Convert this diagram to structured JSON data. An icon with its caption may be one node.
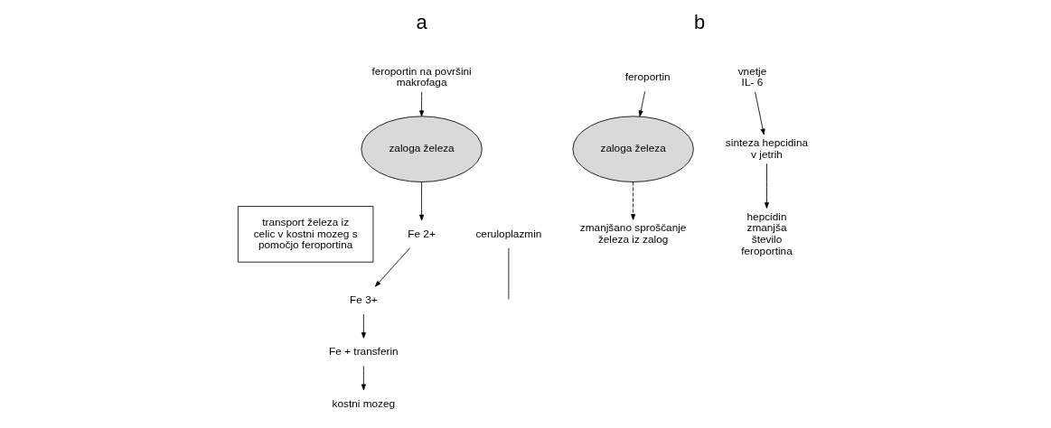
{
  "diagram": {
    "nodes": [
      {
        "text": [
          "feroportin na površini makrofaga"
        ]
      },
      {
        "text": [
          "zaloga železa"
        ]
      },
      {
        "text": [
          "Fe 2+"
        ]
      },
      {
        "text": [
          "transport železa iz celic v kostni mozeg s pomočjo feroportina"
        ]
      },
      {
        "text": [
          "ceruloplazmin"
        ]
      },
      {
        "text": [
          "Fe 3+"
        ]
      },
      {
        "text": [
          "Fe + transferin"
        ]
      },
      {
        "text": [
          "kostni mozeg"
        ]
      },
      {
        "text": [
          "feroportin"
        ]
      },
      {
        "text": [
          "zaloga železa"
        ]
      },
      {
        "text": [
          "vnetje IL- 6"
        ]
      },
      {
        "text": [
          "sinteza hepcidina v jetrih"
        ]
      },
      {
        "text": [
          "hepcidin zmanjša število feroportina"
        ]
      },
      {
        "text": [
          "zmanjšano sproščanje železa iz zalog"
        ]
      }
    ],
    "edges": [
      {
        "from": 0,
        "to": 1,
        "arrow": "to"
      },
      {
        "from": 1,
        "to": 2,
        "arrow": "to"
      },
      {
        "from": 2,
        "to": 5,
        "arrow": "to"
      },
      {
        "from": 4,
        "to": null,
        "arrow": "none"
      },
      {
        "from": 5,
        "to": 6,
        "arrow": "to"
      },
      {
        "from": 6,
        "to": 7,
        "arrow": "to"
      },
      {
        "from": 8,
        "to": 9,
        "arrow": "to"
      },
      {
        "from": 10,
        "to": 11,
        "arrow": "to"
      },
      {
        "from": 11,
        "to": 12,
        "arrow": "to"
      },
      {
        "from": 9,
        "to": 13,
        "arrow": "to",
        "style": "dashed"
      }
    ],
    "labels": [
      "a",
      "b"
    ]
  }
}
